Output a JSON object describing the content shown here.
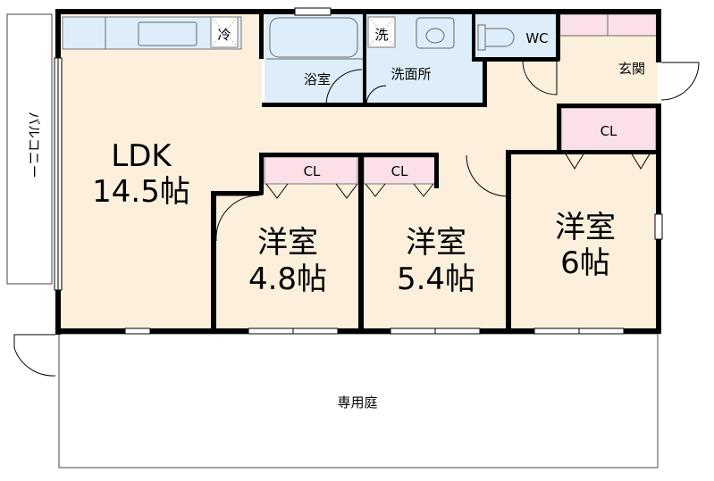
{
  "rooms": {
    "ldk": {
      "name": "LDK",
      "size": "14.5帖"
    },
    "western1": {
      "name": "洋室",
      "size": "4.8帖"
    },
    "western2": {
      "name": "洋室",
      "size": "5.4帖"
    },
    "western3": {
      "name": "洋室",
      "size": "6帖"
    },
    "bath": "浴室",
    "washroom": "洗面所",
    "toilet": "WC",
    "entrance": "玄関",
    "balcony": "バルコニー",
    "garden": "専用庭"
  },
  "closets": {
    "cl1": "CL",
    "cl2": "CL",
    "cl3": "CL"
  },
  "fixtures": {
    "fridge": "冷",
    "washer": "洗"
  },
  "colors": {
    "wall": "#000000",
    "wood_floor": "#fcf0dc",
    "wet_floor": "#ddeefa",
    "closet": "#fbe0e8",
    "outline": "#444444"
  }
}
